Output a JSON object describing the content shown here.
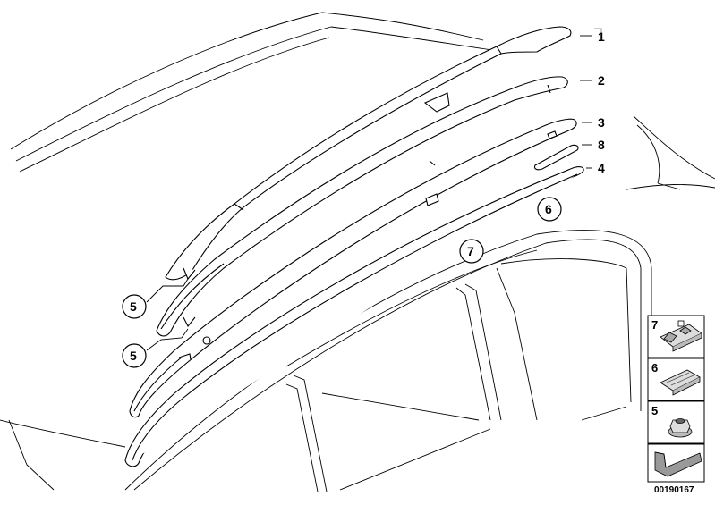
{
  "diagram_id": "00190167",
  "callouts": {
    "c1": "1",
    "c2": "2",
    "c3": "3",
    "c8": "8",
    "c4": "4",
    "c6": "6",
    "c7": "7",
    "c5a": "5",
    "c5b": "5"
  },
  "legend": {
    "item7": "7",
    "item6": "6",
    "item5": "5"
  },
  "icons": {
    "legend_item7": "clip-icon",
    "legend_item6": "bracket-icon",
    "legend_item5": "nut-icon",
    "legend_direction": "arrow-icon"
  }
}
